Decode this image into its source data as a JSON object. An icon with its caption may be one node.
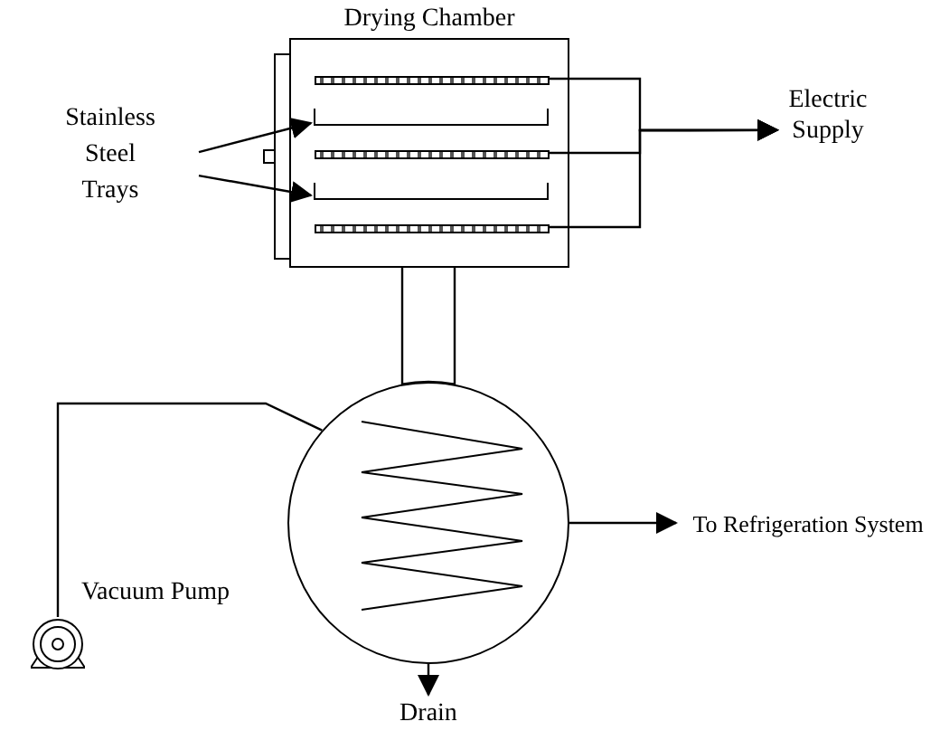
{
  "diagram": {
    "nodes": [
      {
        "text": [
          "Drying Chamber"
        ]
      },
      {
        "text": [
          "Stainless Steel Trays"
        ]
      },
      {
        "text": [],
        "shape": "bar",
        "in": 0
      },
      {
        "text": [],
        "shape": "bar",
        "in": 0
      },
      {
        "text": [],
        "shape": "bar",
        "in": 0
      },
      {
        "text": [],
        "shape": "bar",
        "in": 0
      },
      {
        "text": [],
        "shape": "bar",
        "in": 0
      },
      {
        "text": [
          "Electric Supply"
        ]
      },
      {
        "text": [],
        "shape": "circle"
      },
      {
        "text": [],
        "shape": "circle",
        "beside": [
          "Vacuum Pump"
        ]
      },
      {
        "text": [
          "To Refrigeration System"
        ]
      },
      {
        "text": [
          "Drain"
        ]
      }
    ],
    "edges": [
      {
        "from": 1,
        "to": 3,
        "arrow": "to"
      },
      {
        "from": 1,
        "to": 5,
        "arrow": "to"
      },
      {
        "from": 2,
        "to": 7,
        "arrow": "to"
      },
      {
        "from": 4,
        "to": 7,
        "arrow": "to"
      },
      {
        "from": 6,
        "to": 7,
        "arrow": "to"
      },
      {
        "from": 0,
        "to": 8,
        "arrow": "none"
      },
      {
        "from": 9,
        "to": 8,
        "arrow": "none"
      },
      {
        "from": 8,
        "to": 10,
        "arrow": "to"
      },
      {
        "from": 8,
        "to": 11,
        "arrow": "to"
      }
    ]
  }
}
